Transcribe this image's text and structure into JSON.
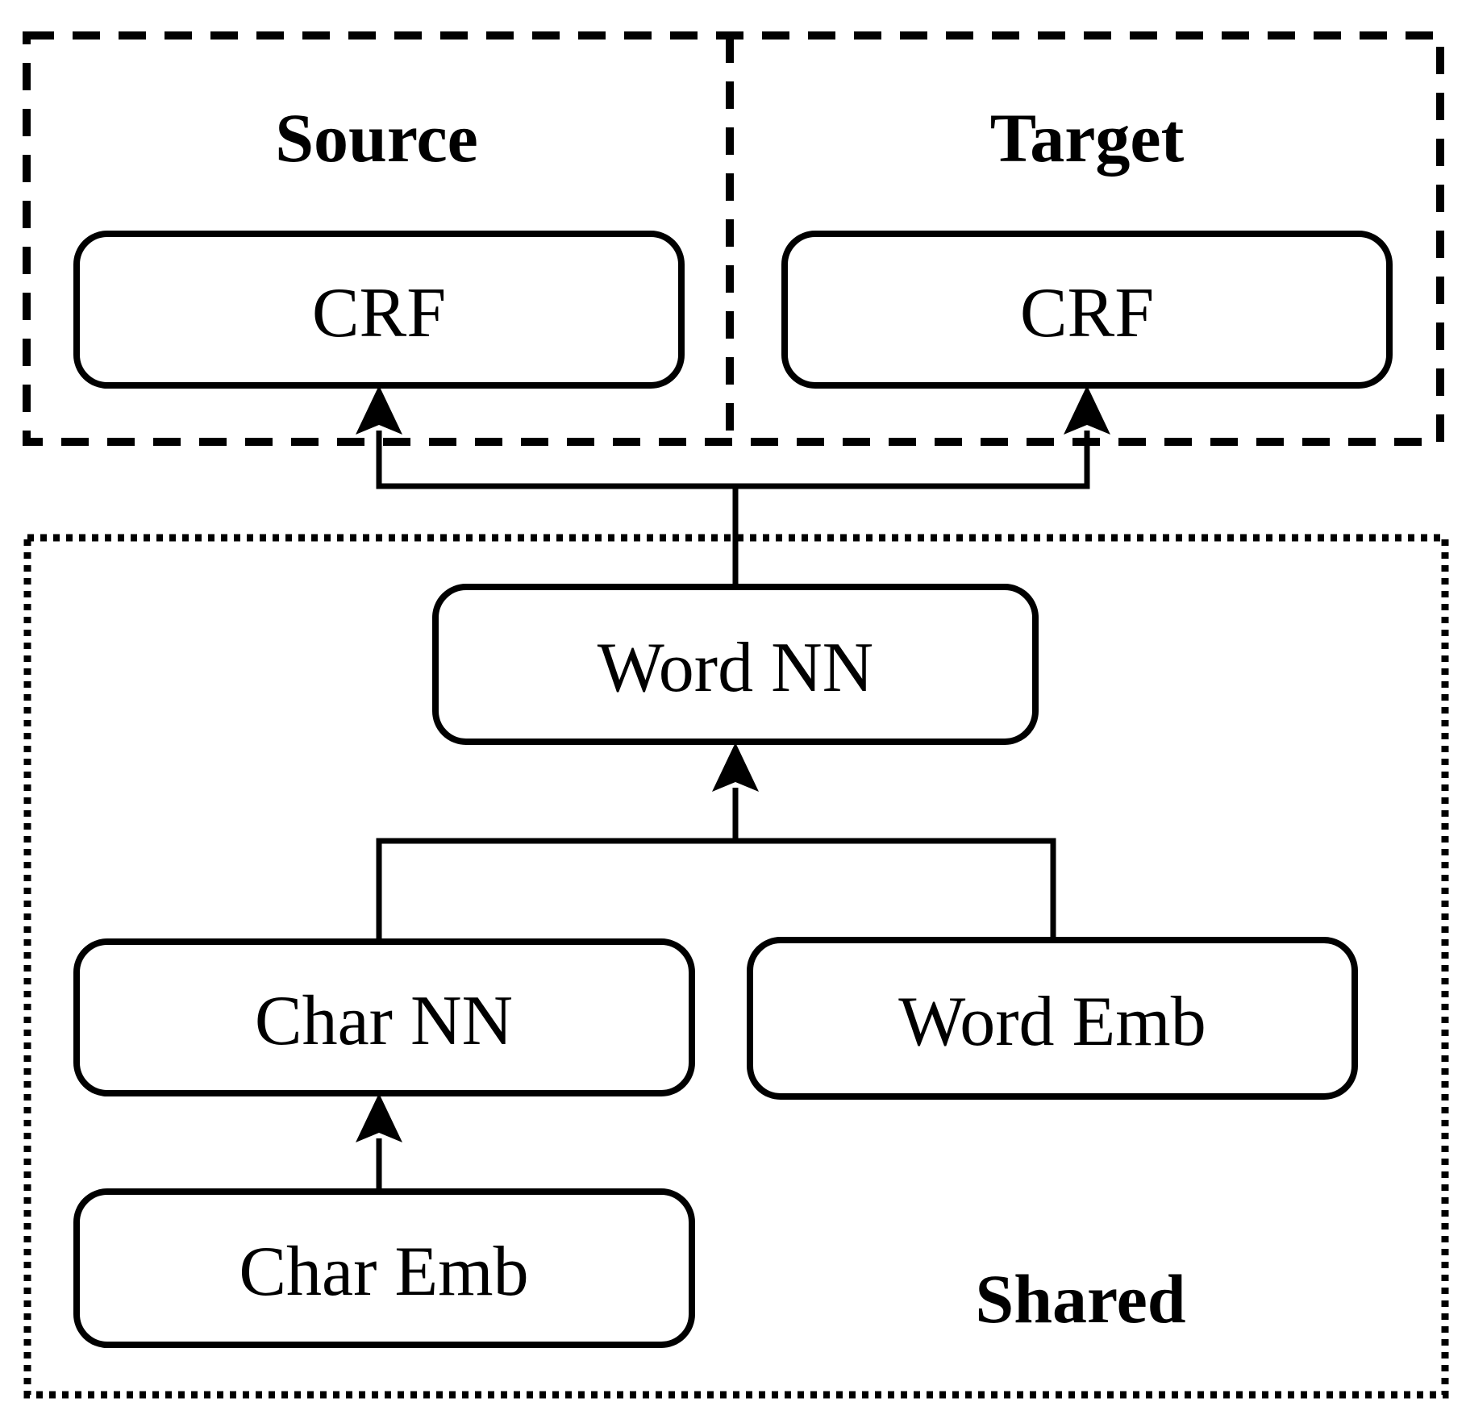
{
  "diagram": {
    "background_color": "#ffffff",
    "line_color": "#000000",
    "groups": {
      "source": {
        "label": "Source",
        "border_style": "dashed"
      },
      "target": {
        "label": "Target",
        "border_style": "dashed"
      },
      "shared": {
        "label": "Shared",
        "border_style": "dotted"
      }
    },
    "nodes": {
      "source_crf": {
        "label": "CRF",
        "group": "Source"
      },
      "target_crf": {
        "label": "CRF",
        "group": "Target"
      },
      "word_nn": {
        "label": "Word NN",
        "group": "Shared"
      },
      "char_nn": {
        "label": "Char NN",
        "group": "Shared"
      },
      "word_emb": {
        "label": "Word Emb",
        "group": "Shared"
      },
      "char_emb": {
        "label": "Char Emb",
        "group": "Shared"
      }
    },
    "edges": [
      {
        "from": "Word NN",
        "to": "CRF (Source)",
        "arrow": "up"
      },
      {
        "from": "Word NN",
        "to": "CRF (Target)",
        "arrow": "up"
      },
      {
        "from": "Char NN",
        "to": "Word NN",
        "arrow": "up"
      },
      {
        "from": "Word Emb",
        "to": "Word NN",
        "arrow": "up"
      },
      {
        "from": "Char Emb",
        "to": "Char NN",
        "arrow": "up"
      }
    ]
  }
}
